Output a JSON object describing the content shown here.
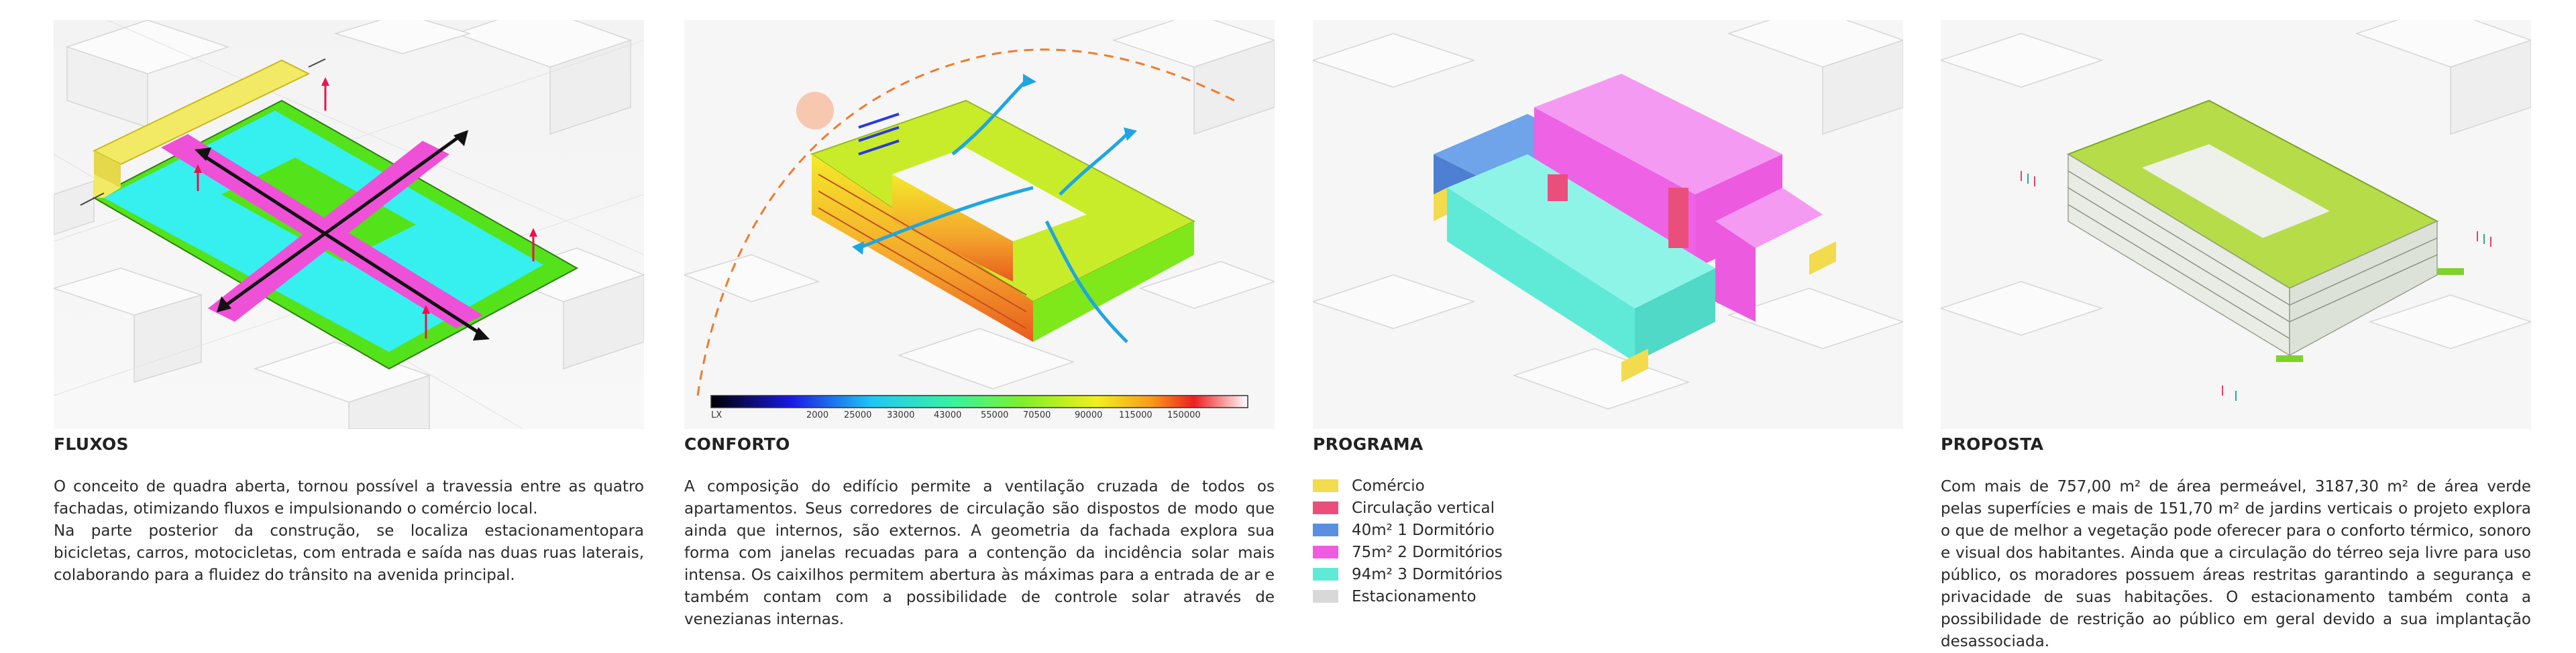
{
  "panels": [
    {
      "title": "FLUXOS",
      "text": "O conceito de quadra aberta, tornou possível a travessia entre as quatro fachadas, otimizando fluxos e impulsionando o comércio local.\nNa parte posterior da construção, se localiza estacionamentopara bicicletas, carros, motocicletas,  com entrada e saída nas duas ruas laterais, colaborando para a fluidez do trânsito na avenida principal."
    },
    {
      "title": "CONFORTO",
      "text": "A composição do edifício permite a ventilação cruzada de todos os apartamentos. Seus corredores de circulação são dispostos de modo que ainda que internos, são externos. A geometria da fachada explora sua forma com janelas recuadas para a contenção da incidência solar mais intensa. Os caixilhos permitem abertura às máximas para a entrada de ar e também contam com a possibilidade de controle solar através de venezianas internas.",
      "scale": {
        "unit": "LX",
        "ticks": [
          "2000",
          "25000",
          "33000",
          "43000",
          "55000",
          "70500",
          "90000",
          "115000",
          "150000"
        ]
      }
    },
    {
      "title": "PROGRAMA",
      "legend": [
        {
          "label": "Comércio",
          "color": "#f2dc4e"
        },
        {
          "label": "Circulação vertical",
          "color": "#ea4f7c"
        },
        {
          "label": "40m² 1 Dormitório",
          "color": "#5a8fe0"
        },
        {
          "label": "75m² 2 Dormitórios",
          "color": "#ee5ce0"
        },
        {
          "label": "94m² 3 Dormitórios",
          "color": "#5fead7"
        },
        {
          "label": "Estacionamento",
          "color": "#d8d8d8"
        }
      ]
    },
    {
      "title": "PROPOSTA",
      "text": "Com mais de 757,00 m² de área permeável, 3187,30 m² de área verde pelas superfícies e mais de 151,70 m² de jardins verticais o projeto explora o que de melhor a vegetação pode oferecer para o conforto térmico, sonoro e visual dos habitantes. Ainda que a circulação do térreo seja livre para uso público, os moradores possuem áreas restritas garantindo a segurança e privacidade de suas habitações. O estacionamento também conta a possibilidade de restrição ao público em geral devido a sua implantação desassociada."
    }
  ]
}
